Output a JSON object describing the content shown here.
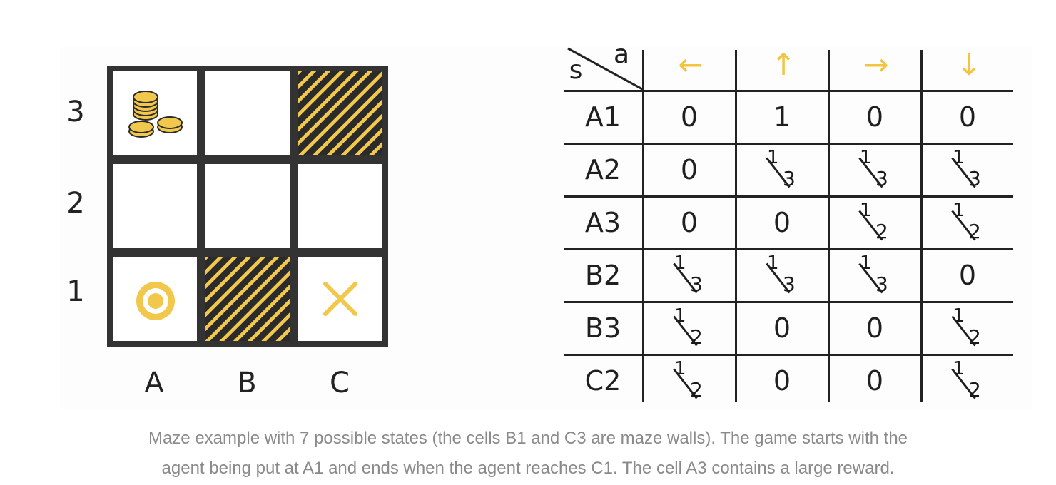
{
  "maze": {
    "row_labels": [
      "3",
      "2",
      "1"
    ],
    "col_labels": [
      "A",
      "B",
      "C"
    ],
    "walls": [
      "B1",
      "C3"
    ],
    "start_cell": "A1",
    "goal_cell": "C1",
    "reward_cell": "A3",
    "start_icon": "target-icon",
    "goal_icon": "cross-icon",
    "reward_icon": "coins-icon",
    "colors": {
      "accent": "#f1c84b",
      "wall_dark": "#2b2b2b",
      "grid": "#333333"
    }
  },
  "table": {
    "corner_state_label": "s",
    "corner_action_label": "a",
    "actions": [
      "←",
      "↑",
      "→",
      "↓"
    ],
    "rows": [
      {
        "state": "A1",
        "values": [
          "0",
          "1",
          "0",
          "0"
        ]
      },
      {
        "state": "A2",
        "values": [
          "0",
          "1/3",
          "1/3",
          "1/3"
        ]
      },
      {
        "state": "A3",
        "values": [
          "0",
          "0",
          "1/2",
          "1/2"
        ]
      },
      {
        "state": "B2",
        "values": [
          "1/3",
          "1/3",
          "1/3",
          "0"
        ]
      },
      {
        "state": "B3",
        "values": [
          "1/2",
          "0",
          "0",
          "1/2"
        ]
      },
      {
        "state": "C2",
        "values": [
          "1/2",
          "0",
          "0",
          "1/2"
        ]
      }
    ]
  },
  "caption": {
    "line1": "Maze example with 7 possible states (the cells B1 and C3 are maze walls). The game starts with the",
    "line2": "agent being put at A1 and ends when the agent reaches C1. The cell A3 contains a large reward."
  }
}
